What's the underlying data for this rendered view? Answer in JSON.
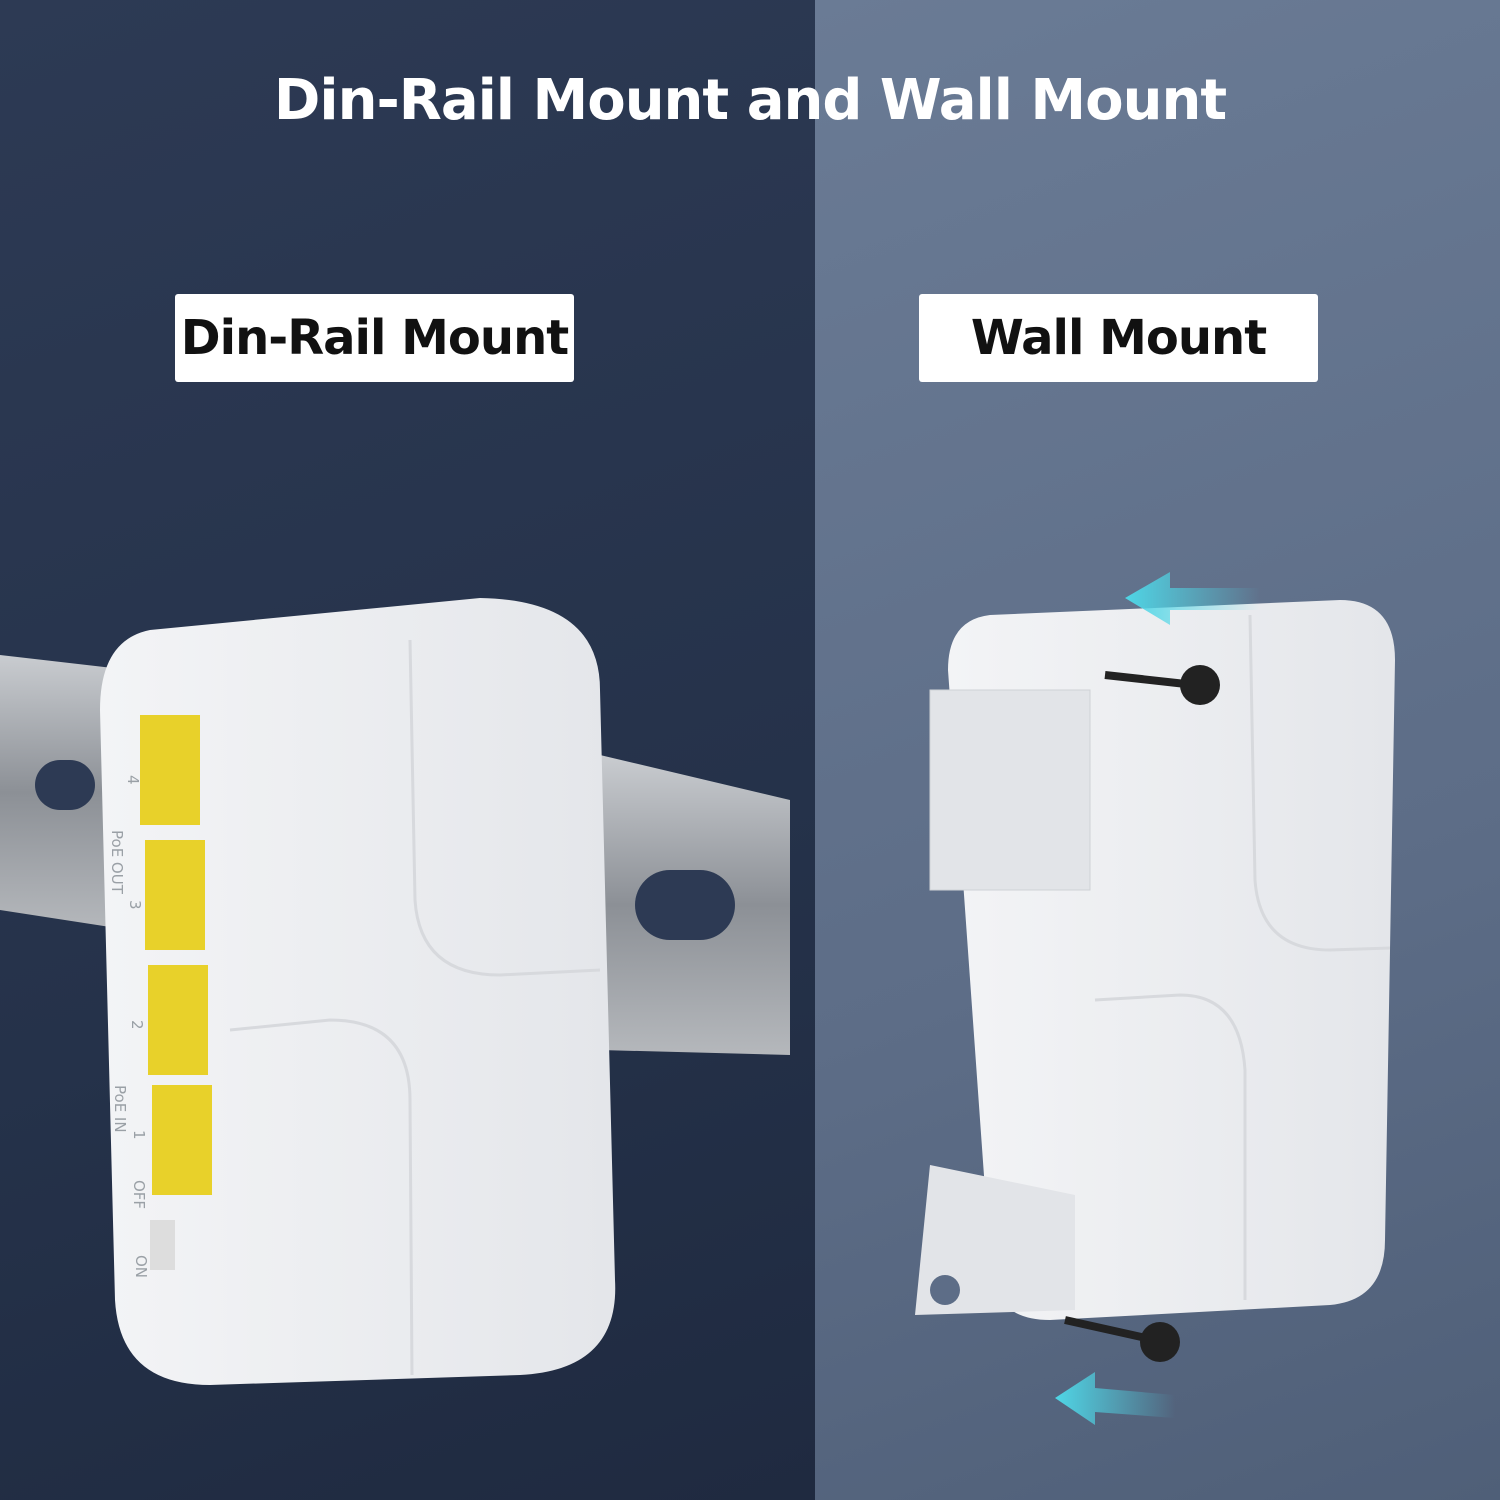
{
  "title": "Din-Rail Mount and Wall Mount",
  "labels": {
    "din_rail": "Din-Rail Mount",
    "wall": "Wall Mount"
  },
  "device_markings": {
    "poe_out": "PoE OUT",
    "poe_in": "PoE IN",
    "ports": [
      "4",
      "3",
      "2",
      "1"
    ],
    "switch_off": "OFF",
    "switch_on": "ON"
  },
  "colors": {
    "left_bg": "#2d3a54",
    "right_bg": "#6a7b95",
    "port": "#e8d12a",
    "arrow": "#4fd6e6"
  }
}
